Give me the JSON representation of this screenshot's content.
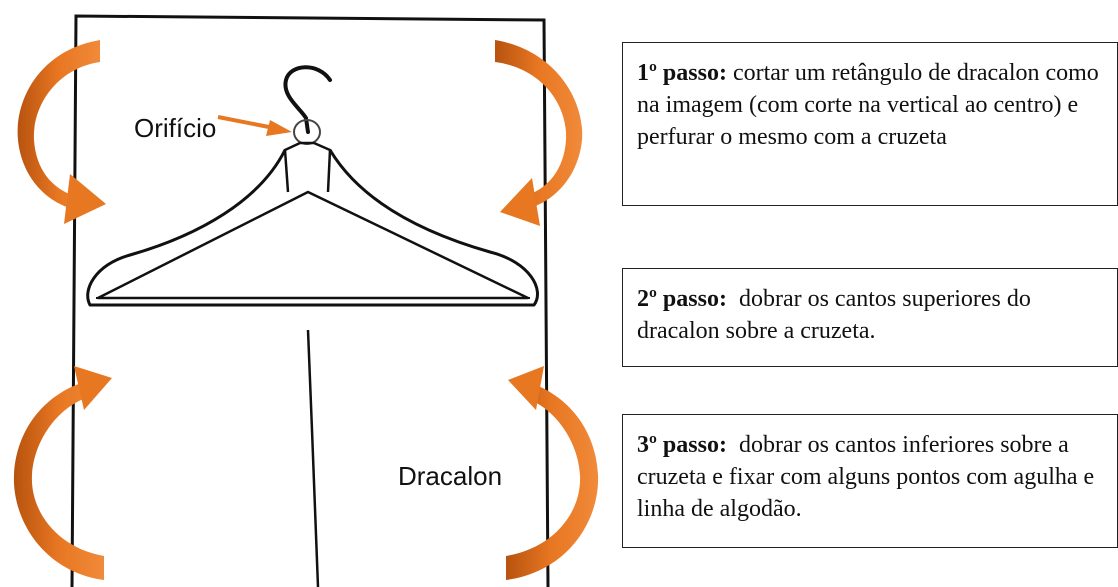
{
  "labels": {
    "hole": "Orifício",
    "fabric": "Dracalon"
  },
  "steps": [
    {
      "title": "1º passo:",
      "text": " cortar um retângulo de dracalon como na imagem (com corte na vertical ao centro) e perfurar o mesmo com a cruzeta"
    },
    {
      "title": "2º passo:",
      "text": "  dobrar os cantos superiores do dracalon sobre a cruzeta."
    },
    {
      "title": "3º passo:",
      "text": "  dobrar os cantos inferiores sobre a cruzeta e fixar com alguns pontos com agulha e linha de algodão."
    }
  ],
  "colors": {
    "arrow": "#e87722",
    "arrow_dark": "#b7530f",
    "line": "#111111"
  }
}
